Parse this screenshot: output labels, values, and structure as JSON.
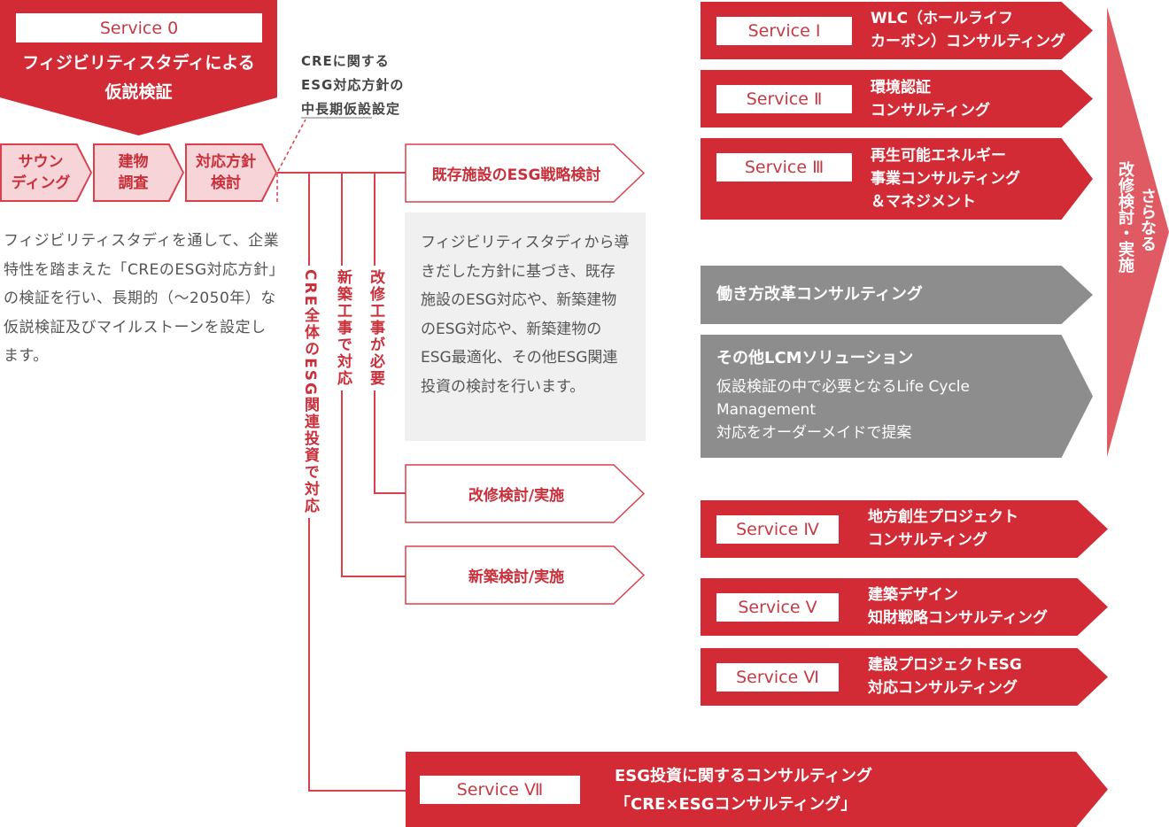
{
  "service0": {
    "label": "Service 0",
    "title_line1": "フィジビリティスタディによる",
    "title_line2": "仮説検証"
  },
  "steps": [
    "サウン\nディング",
    "建物\n調査",
    "対応方針\n検討"
  ],
  "cre_note": {
    "line1": "CREに関する",
    "line2": "ESG対応方針の",
    "line3_underlined": "中長期仮設",
    "line3_rest": "設定"
  },
  "left_paragraph": "フィジビリティスタディを通して、企業特性を踏まえた「CREのESG対応方針」の検証を行い、長期的（〜2050年）な仮説検証及びマイルストーンを設定します。",
  "branches": {
    "all": "CRE全体のESG関連投資で対応",
    "new": "新築工事で対応",
    "renovation": "改修工事が必要"
  },
  "existing_box": "既存施設のESG戦略検討",
  "grey_note": "フィジビリティスタディから導きだした方針に基づき、既存施設のESG対応や、新築建物のESG対応や、新築建物のESG最適化、その他ESG関連投資の検討を行います。",
  "renovation_box": "改修検討/実施",
  "new_box": "新築検討/実施",
  "services": [
    {
      "label": "Service Ⅰ",
      "text": "WLC（ホールライフ\nカーボン）コンサルティング"
    },
    {
      "label": "Service Ⅱ",
      "text": "環境認証\nコンサルティング"
    },
    {
      "label": "Service Ⅲ",
      "text": "再生可能エネルギー\n事業コンサルティング\n＆マネジメント"
    },
    {
      "label": "Service Ⅳ",
      "text": "地方創生プロジェクト\nコンサルティング"
    },
    {
      "label": "Service Ⅴ",
      "text": "建築デザイン\n知財戦略コンサルティング"
    },
    {
      "label": "Service Ⅵ",
      "text": "建設プロジェクトESG\n対応コンサルティング"
    },
    {
      "label": "Service Ⅶ",
      "text": "ESG投資に関するコンサルティング\n「CRE×ESGコンサルティング」"
    }
  ],
  "workstyle": "働き方改革コンサルティング",
  "lcm": {
    "title": "その他LCMソリューション",
    "body": "仮設検証の中で必要となるLife Cycle\nManagement\n対応をオーダーメイドで提案"
  },
  "further": {
    "col1": "さらなる",
    "col2": "改修検討・実施"
  },
  "colors": {
    "red": "#d22b36",
    "pink": "#f6d4d7",
    "grey": "#8d8d8d",
    "light_red": "#e05a64"
  }
}
